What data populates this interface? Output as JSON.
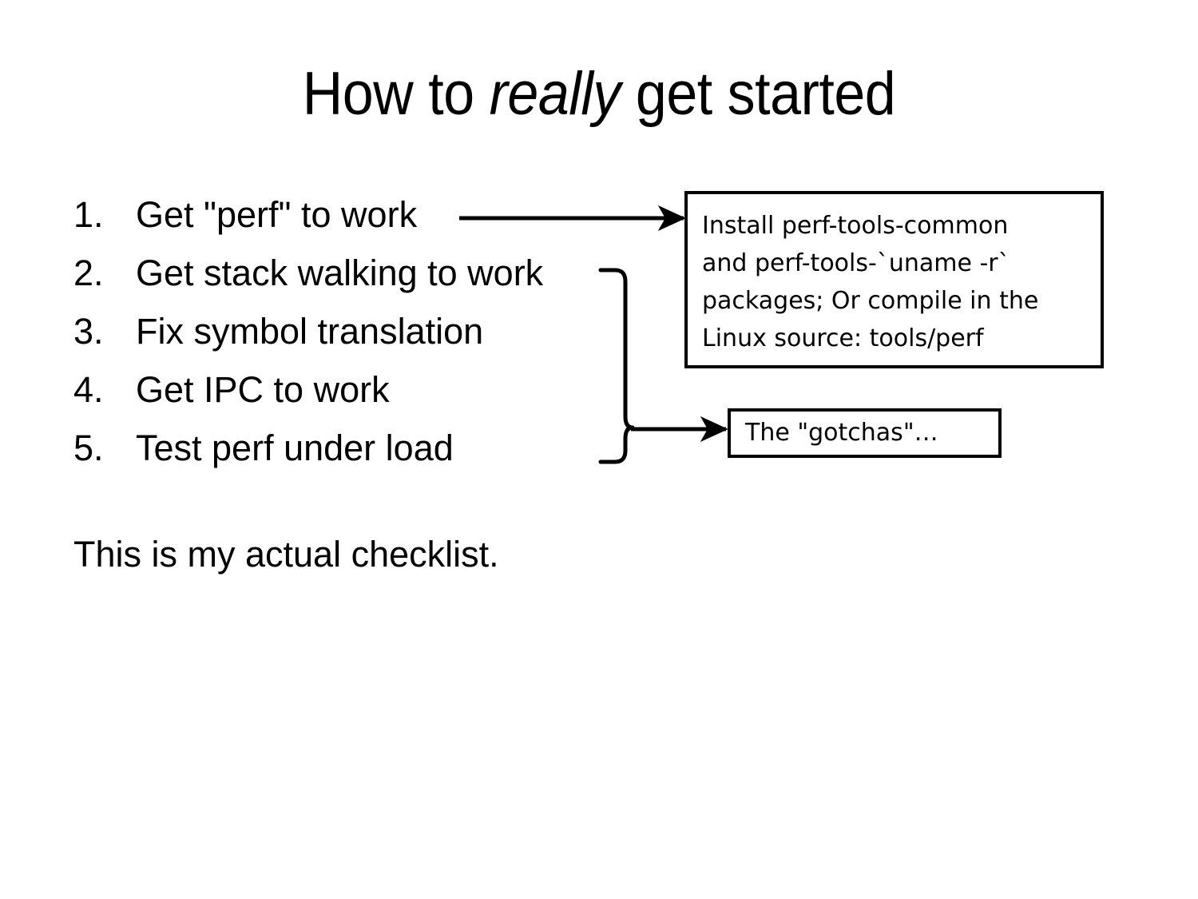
{
  "slide": {
    "background_color": "#ffffff",
    "ink_color": "#000000",
    "title": {
      "prefix": "How to ",
      "emphasis": "really",
      "suffix": " get started"
    },
    "checklist": {
      "items": [
        {
          "number": "1.",
          "text": "Get \"perf\" to work"
        },
        {
          "number": "2.",
          "text": "Get stack walking to work"
        },
        {
          "number": "3.",
          "text": "Fix symbol translation"
        },
        {
          "number": "4.",
          "text": "Get IPC to work"
        },
        {
          "number": "5.",
          "text": "Test perf under load"
        }
      ]
    },
    "closing_line": "This is my actual checklist.",
    "callouts": [
      {
        "id": "install",
        "lines": [
          "Install perf-tools-common",
          "and perf-tools-`uname -r`",
          "packages; Or compile in the",
          "Linux source: tools/perf"
        ],
        "text": "Install perf-tools-common and perf-tools-`uname -r` packages; Or compile in the Linux source: tools/perf"
      },
      {
        "id": "gotchas",
        "text": "The \"gotchas\"…"
      }
    ],
    "connectors": [
      {
        "id": "item1-to-install",
        "kind": "straight-arrow",
        "from": "checklist item 1",
        "to": "install callout"
      },
      {
        "id": "items2to5-brace-to-gotchas",
        "kind": "curly-brace-arrow",
        "from": "checklist items 2-5",
        "to": "gotchas callout"
      }
    ]
  }
}
